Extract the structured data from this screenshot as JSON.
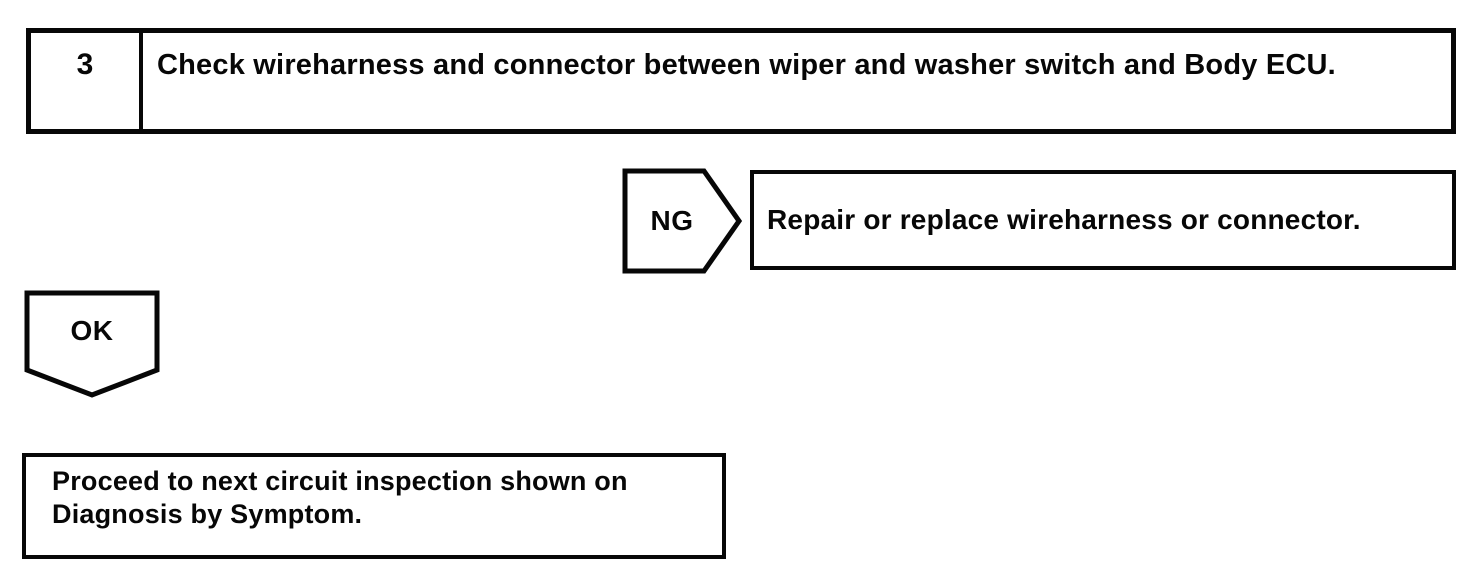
{
  "page": {
    "background_color": "#ffffff",
    "ink_color": "#070707"
  },
  "flowchart": {
    "step": {
      "number": "3",
      "instruction": "Check wireharness and connector between wiper and washer switch and Body ECU."
    },
    "ng_branch": {
      "label": "NG",
      "action": "Repair or replace wireharness or connector."
    },
    "ok_branch": {
      "label": "OK",
      "action": "Proceed to next circuit inspection shown on Diagnosis by Symptom."
    }
  }
}
